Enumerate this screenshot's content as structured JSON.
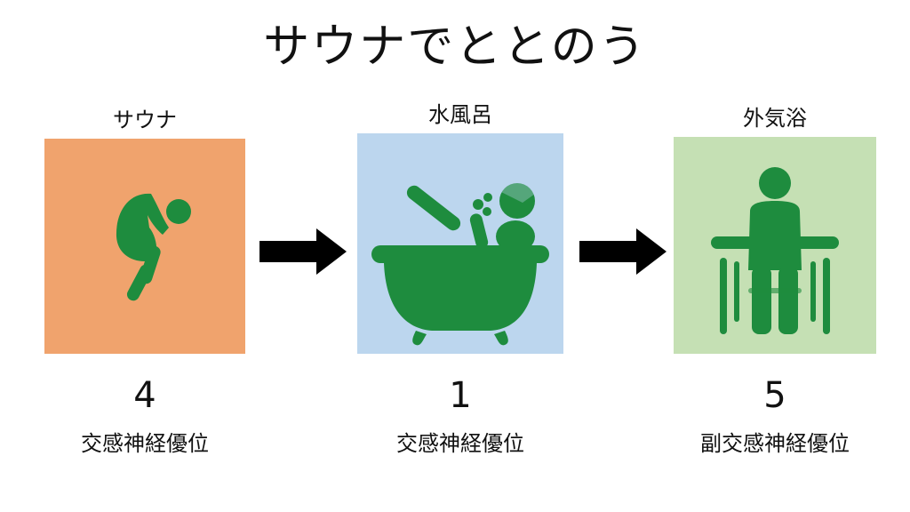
{
  "title": "サウナでととのう",
  "colors": {
    "icon": "#1e8c3e",
    "arrow": "#000000"
  },
  "stages": [
    {
      "label": "サウナ",
      "icon": "person-hunched-icon",
      "background": "#f0a36d",
      "value": "4",
      "effect": "交感神経優位"
    },
    {
      "label": "水風呂",
      "icon": "bathtub-icon",
      "background": "#bcd6ee",
      "value": "1",
      "effect": "交感神経優位"
    },
    {
      "label": "外気浴",
      "icon": "person-seated-icon",
      "background": "#c5e0b4",
      "value": "5",
      "effect": "副交感神経優位"
    }
  ],
  "arrows": [
    "arrow-right-icon",
    "arrow-right-icon"
  ]
}
